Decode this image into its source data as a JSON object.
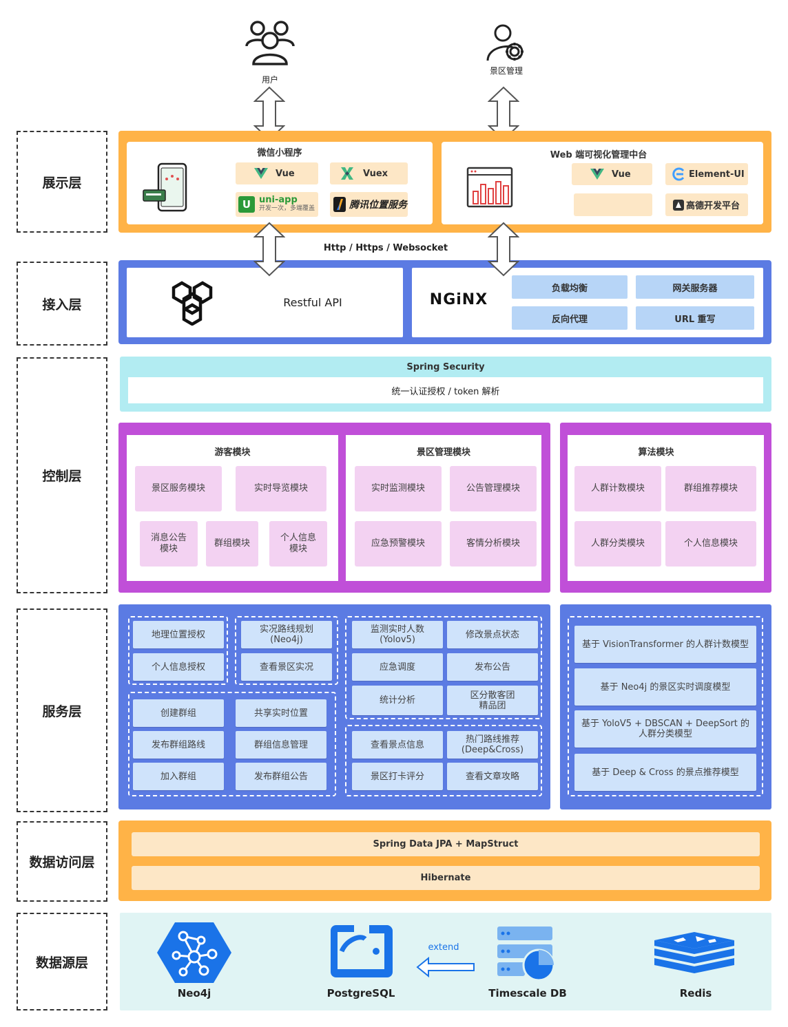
{
  "actors": {
    "user": "用户",
    "admin": "景区管理"
  },
  "layers": {
    "presentation": "展示层",
    "access": "接入层",
    "control": "控制层",
    "service": "服务层",
    "data_access": "数据访问层",
    "data_source": "数据源层"
  },
  "presentation": {
    "miniprogram": {
      "title": "微信小程序",
      "vue": "Vue",
      "vuex": "Vuex",
      "uniapp": "uni-app",
      "uniapp_sub": "开发一次，多端覆盖",
      "tencent": "腾讯位置服务"
    },
    "web": {
      "title": "Web 端可视化管理中台",
      "vue": "Vue",
      "element": "Element-UI",
      "amap": "高德开发平台"
    }
  },
  "protocol": "Http / Https / Websocket",
  "access": {
    "restful": "Restful API",
    "nginx": "NGiNX",
    "chips": [
      "负载均衡",
      "网关服务器",
      "反向代理",
      "URL 重写"
    ]
  },
  "security": {
    "title": "Spring Security",
    "sub": "统一认证授权 / token 解析"
  },
  "control": {
    "tourist": {
      "title": "游客模块",
      "items": [
        "景区服务模块",
        "实时导览模块",
        "消息公告\n模块",
        "群组模块",
        "个人信息\n模块"
      ]
    },
    "scenic": {
      "title": "景区管理模块",
      "items": [
        "实时监测模块",
        "公告管理模块",
        "应急预警模块",
        "客情分析模块"
      ]
    },
    "algo": {
      "title": "算法模块",
      "items": [
        "人群计数模块",
        "群组推荐模块",
        "人群分类模块",
        "个人信息模块"
      ]
    }
  },
  "service": {
    "g1": [
      "地理位置授权",
      "个人信息授权"
    ],
    "g2": [
      "实况路线规划\n(Neo4j)",
      "查看景区实况"
    ],
    "g3": [
      "创建群组",
      "共享实时位置",
      "发布群组路线",
      "群组信息管理",
      "加入群组",
      "发布群组公告"
    ],
    "g4": [
      "监测实时人数\n(Yolov5)",
      "修改景点状态",
      "应急调度",
      "发布公告",
      "统计分析",
      "区分散客团\n精品团"
    ],
    "g5": [
      "查看景点信息",
      "热门路线推荐\n(Deep&Cross)",
      "景区打卡评分",
      "查看文章攻略"
    ],
    "models": [
      "基于 VisionTransformer 的人群计数模型",
      "基于 Neo4j 的景区实时调度模型",
      "基于 YoloV5 + DBSCAN + DeepSort 的\n人群分类模型",
      "基于 Deep & Cross 的景点推荐模型"
    ]
  },
  "data_access": {
    "jpa": "Spring Data JPA + MapStruct",
    "hibernate": "Hibernate"
  },
  "data_source": {
    "neo4j": "Neo4j",
    "postgres": "PostgreSQL",
    "extend": "extend",
    "timescale": "Timescale DB",
    "redis": "Redis"
  },
  "colors": {
    "orange": "#ffb347",
    "blue": "#5b7be3",
    "purple": "#c04fd8",
    "cyan": "#b2ecf2",
    "lightcyan": "#e0f4f4"
  }
}
